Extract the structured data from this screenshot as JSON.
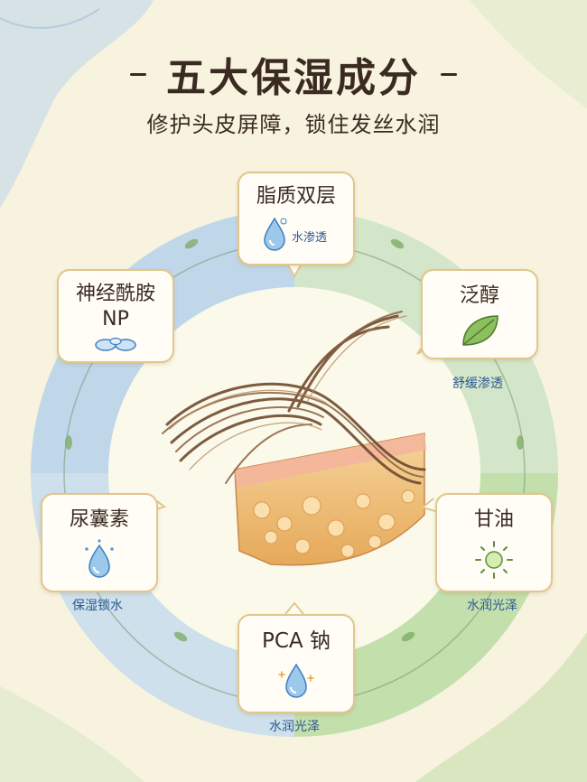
{
  "header": {
    "dash_left": "-",
    "title": "五大保湿成分",
    "dash_right": "-",
    "subtitle": "修护头皮屏障，锁住发丝水润"
  },
  "ingredients": [
    {
      "name": "脂质双层",
      "desc": "水渗透",
      "icon": "water-drop-icon"
    },
    {
      "name": "泛醇",
      "desc": "舒缓渗透",
      "icon": "leaf-icon"
    },
    {
      "name": "甘油",
      "desc": "水润光泽",
      "icon": "sun-icon"
    },
    {
      "name": "PCA 钠",
      "desc": "水润光泽",
      "icon": "sparkle-drop-icon"
    },
    {
      "name": "尿囊素",
      "desc": "保湿锁水",
      "icon": "water-drop-icon"
    },
    {
      "name_line1": "神经酰胺",
      "name_line2": "NP",
      "icon": "capsule-icon"
    }
  ],
  "colors": {
    "title": "#3b2a22",
    "card_border": "#e2c68c",
    "desc_text": "#2e5a92",
    "ring_blue": "#a9c6e4",
    "ring_green": "#bfdcaa",
    "hair": "#6e4a2e",
    "skin": "#f0c47a"
  }
}
